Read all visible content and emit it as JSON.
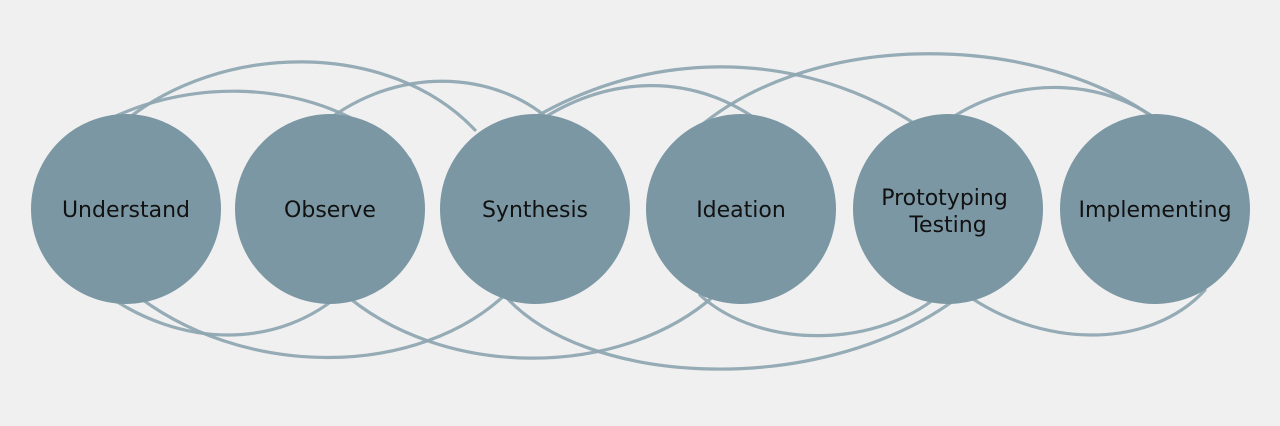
{
  "diagram": {
    "colors": {
      "background": "#f0f0f0",
      "node_fill": "#7b97a4",
      "connector_stroke": "#8fa6b1",
      "label_text": "#111111"
    },
    "nodes": [
      {
        "id": "understand",
        "label_lines": [
          "Understand"
        ]
      },
      {
        "id": "observe",
        "label_lines": [
          "Observe"
        ]
      },
      {
        "id": "synthesis",
        "label_lines": [
          "Synthesis"
        ]
      },
      {
        "id": "ideation",
        "label_lines": [
          "Ideation"
        ]
      },
      {
        "id": "prototyping-testing",
        "label_lines": [
          "Prototyping",
          "Testing"
        ]
      },
      {
        "id": "implementing",
        "label_lines": [
          "Implementing"
        ]
      }
    ]
  }
}
